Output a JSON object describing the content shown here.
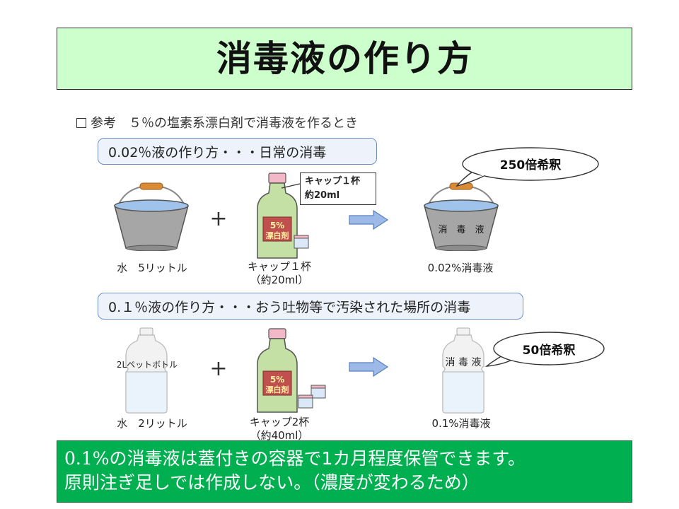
{
  "title": "消毒液の作り方",
  "reference": "参考　５％の塩素系漂白剤で消毒液を作るとき",
  "section1": {
    "heading": "0.02％液の作り方・・・日常の消毒",
    "water_label": "水　5リットル",
    "cap_label_line1": "キャップ１杯",
    "cap_label_line2": "（約20ml）",
    "bottle_note_line1": "キャップ１杯",
    "bottle_note_line2": "約20ml",
    "bottle_label_top": "5%",
    "bottle_label_bottom": "漂白剤",
    "bucket_text": "消　毒　液",
    "result_label": "0.02%消毒液",
    "dilution": "250倍希釈"
  },
  "section2": {
    "heading": "0.１％液の作り方・・・おう吐物等で汚染された場所の消毒",
    "petbottle_text": "2Lペットボトル",
    "water_label": "水　2リットル",
    "cap_label_line1": "キャップ2杯",
    "cap_label_line2": "（約40ml）",
    "bottle_label_top": "5%",
    "bottle_label_bottom": "漂白剤",
    "result_bottle_text": "消 毒 液",
    "result_label": "0.1%消毒液",
    "dilution": "50倍希釈"
  },
  "plus_sign": "+",
  "info": {
    "line1_prefix": "0.1%",
    "line1_rest": "の消毒液は蓋付きの容器で1カ月程度保管できます。",
    "line2": "原則注ぎ足しでは作成しない。（濃度が変わるため）"
  },
  "colors": {
    "title_bg": "#ccffcc",
    "section_border": "#6f8fbf",
    "section_bg": "#eef3fb",
    "bucket_gray": "#a6a6a6",
    "water_blue": "#9fc3ea",
    "bottle_green": "#c5e0a5",
    "bottle_cap_pink": "#f2b8c8",
    "arrow_blue": "#9db9e8",
    "info_bg": "#00b050"
  }
}
